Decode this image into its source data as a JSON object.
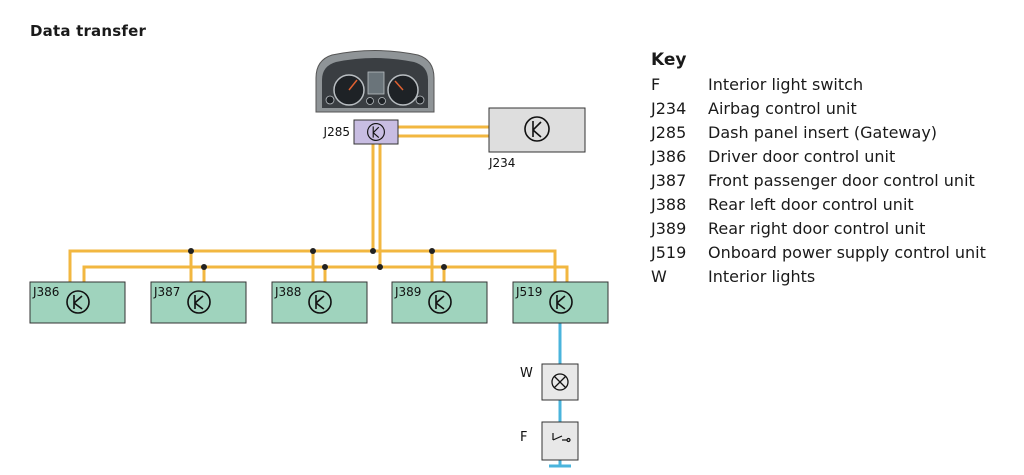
{
  "title": "Data transfer",
  "key": {
    "heading": "Key",
    "items": [
      {
        "code": "F",
        "desc": "Interior light switch"
      },
      {
        "code": "J234",
        "desc": "Airbag control unit"
      },
      {
        "code": "J285",
        "desc": "Dash panel insert (Gateway)"
      },
      {
        "code": "J386",
        "desc": "Driver door control unit"
      },
      {
        "code": "J387",
        "desc": "Front passenger door control unit"
      },
      {
        "code": "J388",
        "desc": "Rear left door control unit"
      },
      {
        "code": "J389",
        "desc": "Rear right door control unit"
      },
      {
        "code": "J519",
        "desc": "Onboard power supply control unit"
      },
      {
        "code": "W",
        "desc": "Interior lights"
      }
    ]
  },
  "diagram": {
    "gateway_label": "J285",
    "airbag_label": "J234",
    "units": [
      "J386",
      "J387",
      "J388",
      "J389",
      "J519"
    ],
    "lights_label": "W",
    "switch_label": "F",
    "colors": {
      "bus_wire": "#f2b740",
      "lin_wire": "#4ab4dc",
      "unit_fill": "#9fd3bd",
      "airbag_fill": "#dedede",
      "gateway_fill": "#c8bde2"
    }
  }
}
